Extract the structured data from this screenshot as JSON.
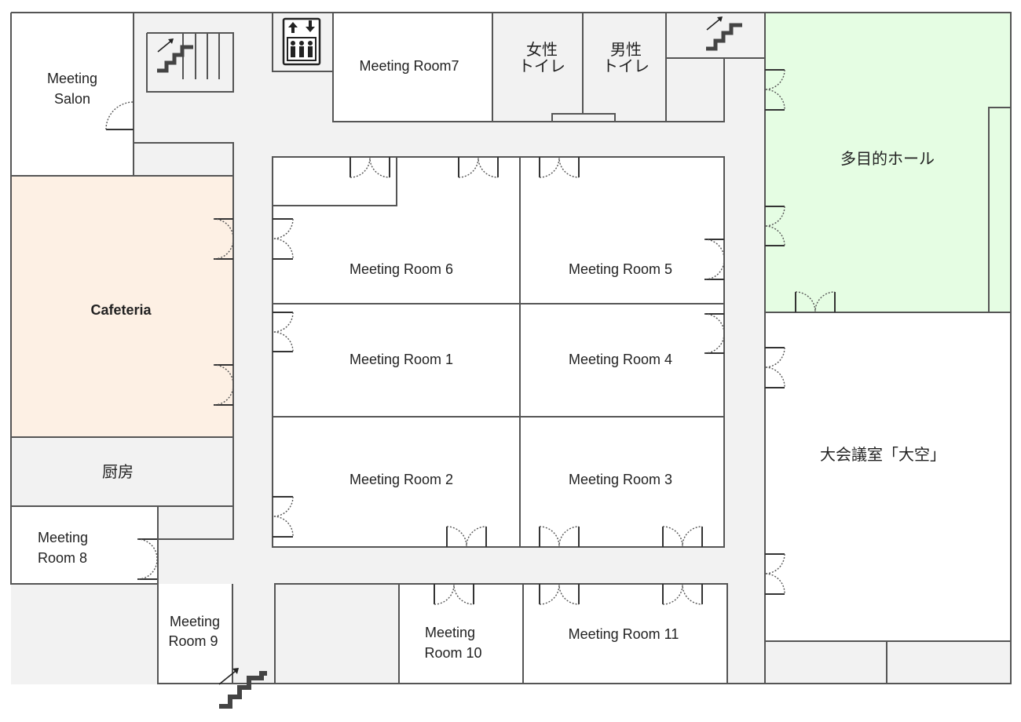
{
  "colors": {
    "corridor": "#f2f2f2",
    "room": "#ffffff",
    "cafeteria": "#fdf0e4",
    "hall": "#e5fde3",
    "wall": "#555555"
  },
  "rooms": {
    "meeting_salon": [
      "Meeting",
      "Salon"
    ],
    "meeting_room7": "Meeting Room7",
    "womens_restroom": [
      "女性",
      "トイレ"
    ],
    "mens_restroom": [
      "男性",
      "トイレ"
    ],
    "multipurpose_hall": "多目的ホール",
    "cafeteria": "Cafeteria",
    "meeting_room6": "Meeting Room 6",
    "meeting_room5": "Meeting Room 5",
    "meeting_room1": "Meeting Room 1",
    "meeting_room4": "Meeting Room 4",
    "meeting_room2": "Meeting Room 2",
    "meeting_room3": "Meeting Room 3",
    "kitchen": "厨房",
    "large_conference_room": "大会議室「大空」",
    "meeting_room8": [
      "Meeting",
      "Room 8"
    ],
    "meeting_room9": [
      "Meeting",
      "Room 9"
    ],
    "meeting_room10": [
      "Meeting",
      "Room 10"
    ],
    "meeting_room11": "Meeting Room 11"
  },
  "icons": [
    "elevator-icon",
    "stairs-icon"
  ]
}
